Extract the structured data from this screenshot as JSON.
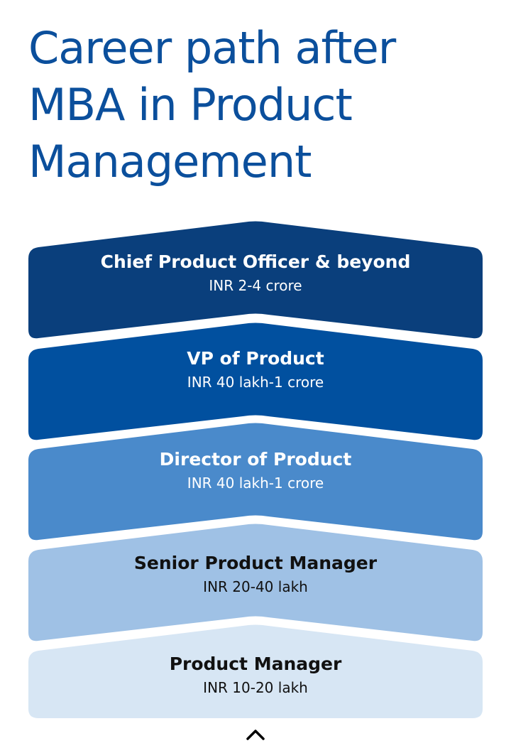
{
  "title_lines": [
    "Career path after",
    "MBA in Product",
    "Management"
  ],
  "levels": [
    {
      "name": "Chief Product Officer & beyond",
      "salary": "INR 2-4 crore",
      "color": "#0a3f7c",
      "text_color": "#ffffff"
    },
    {
      "name": "VP of Product",
      "salary": "INR 40 lakh-1 crore",
      "color": "#01509f",
      "text_color": "#ffffff"
    },
    {
      "name": "Director of Product",
      "salary": "INR 40 lakh-1 crore",
      "color": "#4a8acb",
      "text_color": "#ffffff"
    },
    {
      "name": "Senior Product Manager",
      "salary": "INR 20-40 lakh",
      "color": "#9fc1e5",
      "text_color": "#111111"
    },
    {
      "name": "Product Manager",
      "salary": "INR 10-20 lakh",
      "color": "#d7e6f4",
      "text_color": "#111111"
    }
  ],
  "scroll_icon": "chevron-up-icon"
}
